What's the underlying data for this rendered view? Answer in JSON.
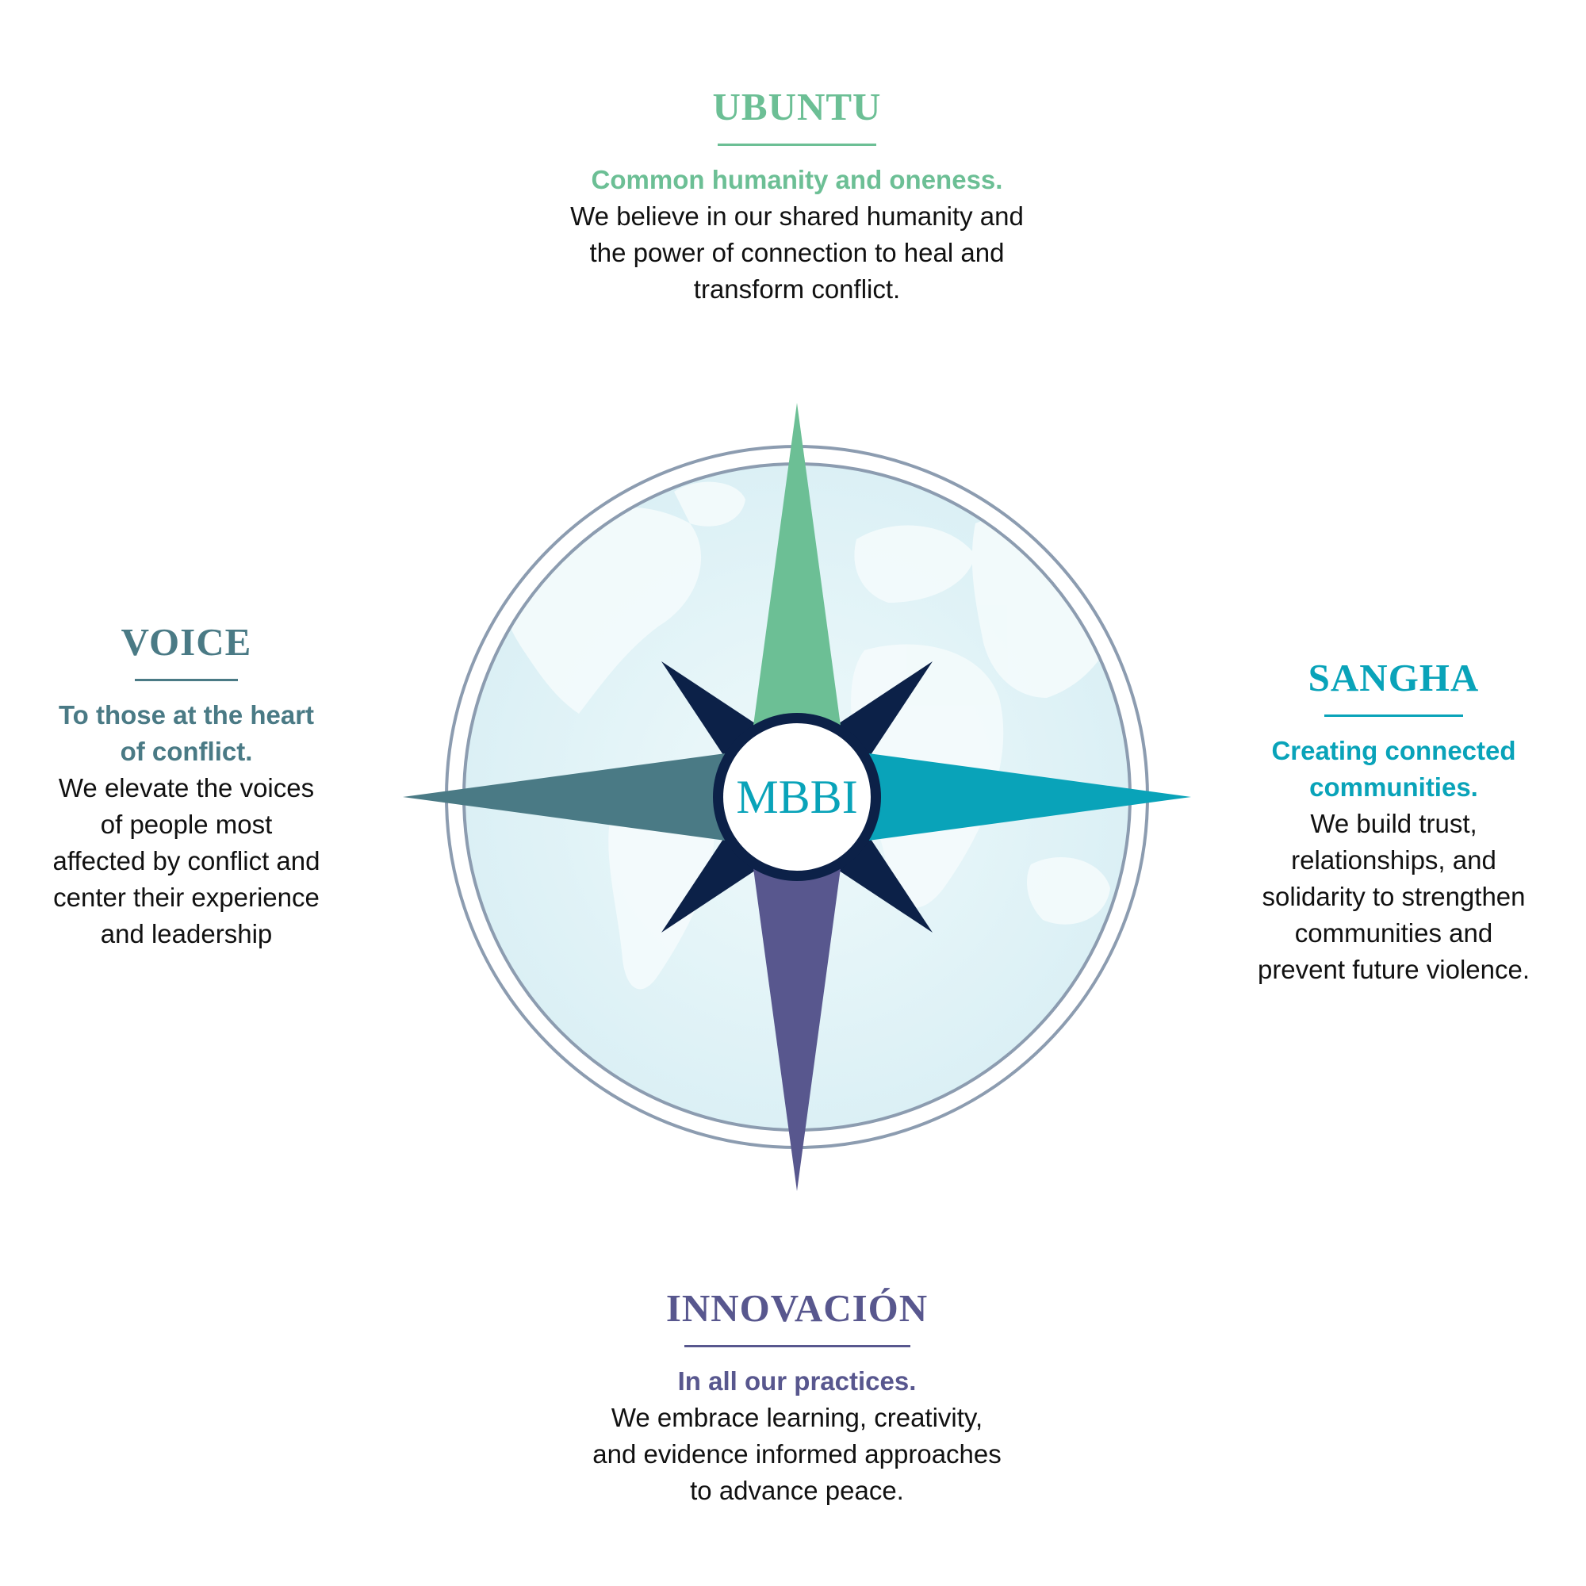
{
  "colors": {
    "ubuntu": "#6cbf95",
    "voice": "#4a7a85",
    "sangha": "#09a3b9",
    "innovacion": "#58578e",
    "navy": "#0c2148",
    "ring": "#8c9cb0",
    "globe": "#dff2f6",
    "land": "#edf8fa"
  },
  "center": {
    "label": "MBBI"
  },
  "values": {
    "ubuntu": {
      "title": "UBUNTU",
      "tagline": "Common humanity and oneness.",
      "body": "We believe in our shared humanity and\nthe power of connection to heal and\ntransform conflict."
    },
    "voice": {
      "title": "VOICE",
      "tagline": "To those at the heart\nof conflict.",
      "body": "We elevate the voices\nof people most\naffected by conflict and\ncenter their experience\nand leadership"
    },
    "sangha": {
      "title": "SANGHA",
      "tagline": "Creating connected\ncommunities.",
      "body": "We build trust,\nrelationships, and\nsolidarity to strengthen\ncommunities and\nprevent future violence."
    },
    "innovacion": {
      "title": "INNOVACIÓN",
      "tagline": "In all our practices.",
      "body": "We embrace learning, creativity,\nand evidence informed approaches\nto advance peace."
    }
  }
}
